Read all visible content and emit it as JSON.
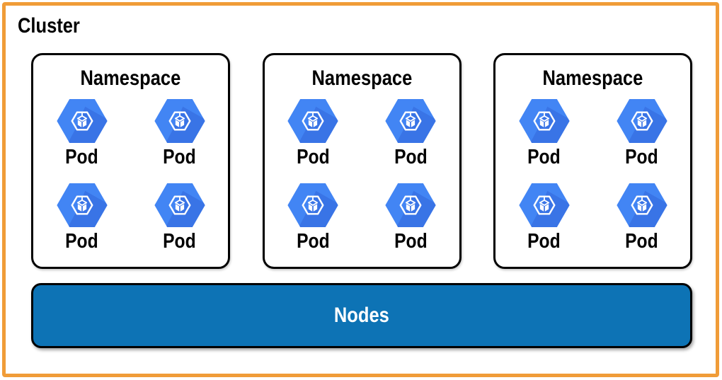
{
  "diagram": {
    "cluster_label": "Cluster",
    "nodes_label": "Nodes",
    "namespaces": [
      {
        "label": "Namespace",
        "pods": [
          "Pod",
          "Pod",
          "Pod",
          "Pod"
        ]
      },
      {
        "label": "Namespace",
        "pods": [
          "Pod",
          "Pod",
          "Pod",
          "Pod"
        ]
      },
      {
        "label": "Namespace",
        "pods": [
          "Pod",
          "Pod",
          "Pod",
          "Pod"
        ]
      }
    ],
    "icons": {
      "pod_icon": "gke-hexagon-cube-icon"
    },
    "colors": {
      "frame_orange": "#f09c38",
      "pod_hexagon_blue": "#4285f4",
      "pod_shadow_blue": "#3063d8",
      "nodes_bar_blue": "#0d73b5",
      "border_black": "#000000",
      "label_text": "#000000",
      "nodes_text": "#ffffff"
    }
  }
}
